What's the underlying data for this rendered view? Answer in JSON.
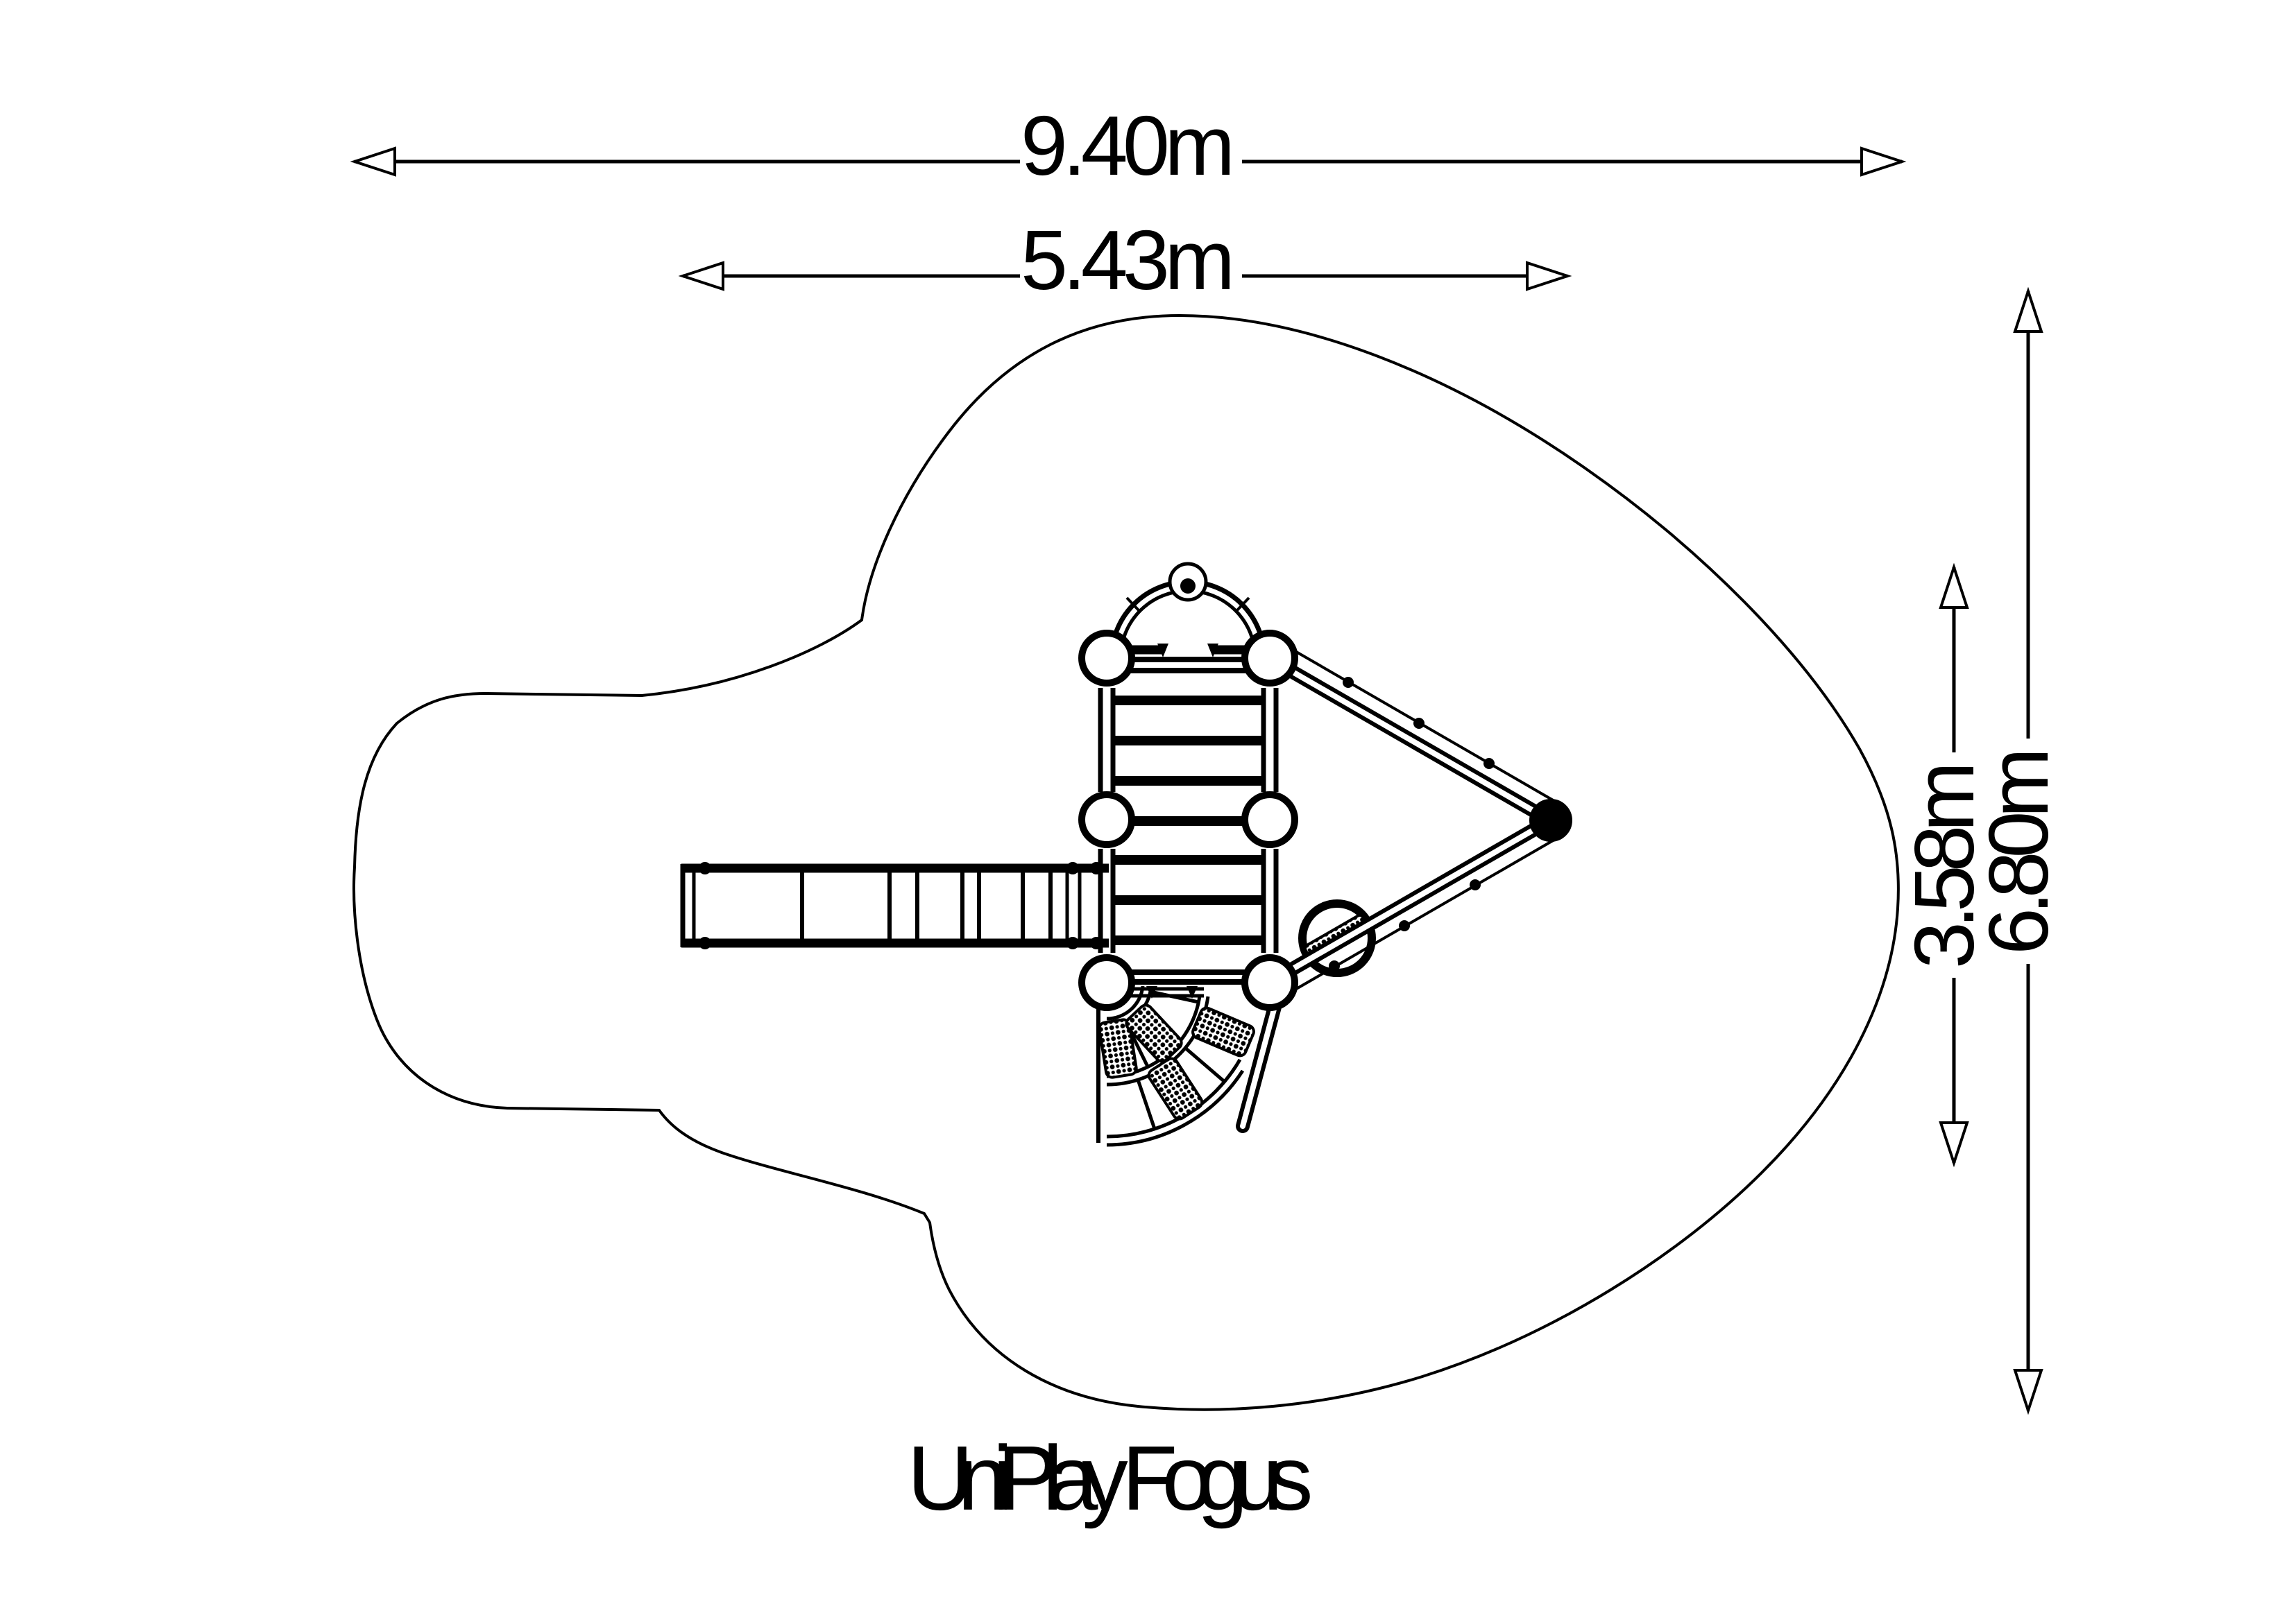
{
  "drawing": {
    "title": "UniPlay Fogus",
    "type": "playground-equipment-plan-view"
  },
  "colors": {
    "line": "#000000",
    "background": "#ffffff"
  },
  "dimensions": {
    "total_width": {
      "label": "9.40m",
      "orientation": "horizontal"
    },
    "equipment_width": {
      "label": "5.43m",
      "orientation": "horizontal"
    },
    "equipment_height": {
      "label": "3.58m",
      "orientation": "vertical"
    },
    "total_height": {
      "label": "6.80m",
      "orientation": "vertical"
    }
  }
}
